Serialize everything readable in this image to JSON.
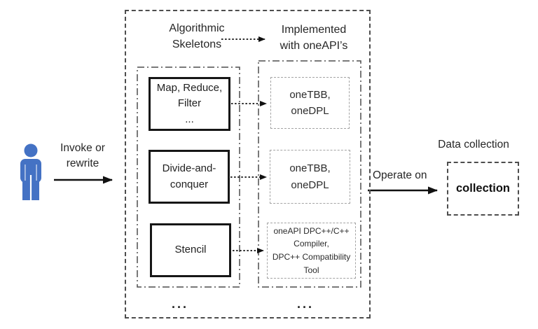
{
  "actor": {
    "label": "Invoke or\nrewrite"
  },
  "flow": {
    "left_header": "Algorithmic\nSkeletons",
    "right_header": "Implemented\nwith oneAPI’s",
    "rows": [
      {
        "skeleton": "Map, Reduce,\nFilter\n...",
        "implementation": "oneTBB,\noneDPL"
      },
      {
        "skeleton": "Divide-and-\nconquer",
        "implementation": "oneTBB,\noneDPL"
      },
      {
        "skeleton": "Stencil",
        "implementation": "oneAPI DPC++/C++\nCompiler,\nDPC++ Compatibility\nTool"
      }
    ],
    "left_ellipsis": "...",
    "right_ellipsis": "..."
  },
  "operate": {
    "label": "Operate on"
  },
  "output": {
    "title": "Data collection",
    "box_label": "collection"
  },
  "colors": {
    "person_blue": "#4472C4",
    "line": "#4d4d4d",
    "arrow": "#111111",
    "impl_border": "#a3a3a3"
  }
}
